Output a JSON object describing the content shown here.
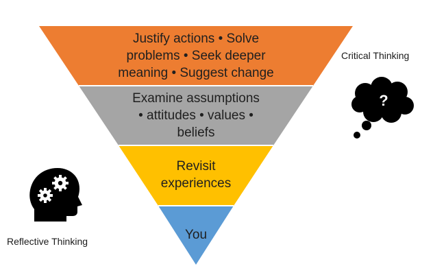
{
  "levels": [
    {
      "text": "Justify actions • Solve\nproblems • Seek deeper\nmeaning • Suggest change",
      "color": "#ED7D31"
    },
    {
      "text": "Examine assumptions\n• attitudes • values •\nbeliefs",
      "color": "#A5A5A5"
    },
    {
      "text": "Revisit\nexperiences",
      "color": "#FFC000"
    },
    {
      "text": "You",
      "color": "#5B9BD5"
    }
  ],
  "labels": {
    "critical": "Critical Thinking",
    "reflective": "Reflective Thinking"
  },
  "icons": {
    "thought": "thought-bubble-question-icon",
    "thought_symbol": "?",
    "head": "head-gears-icon"
  }
}
